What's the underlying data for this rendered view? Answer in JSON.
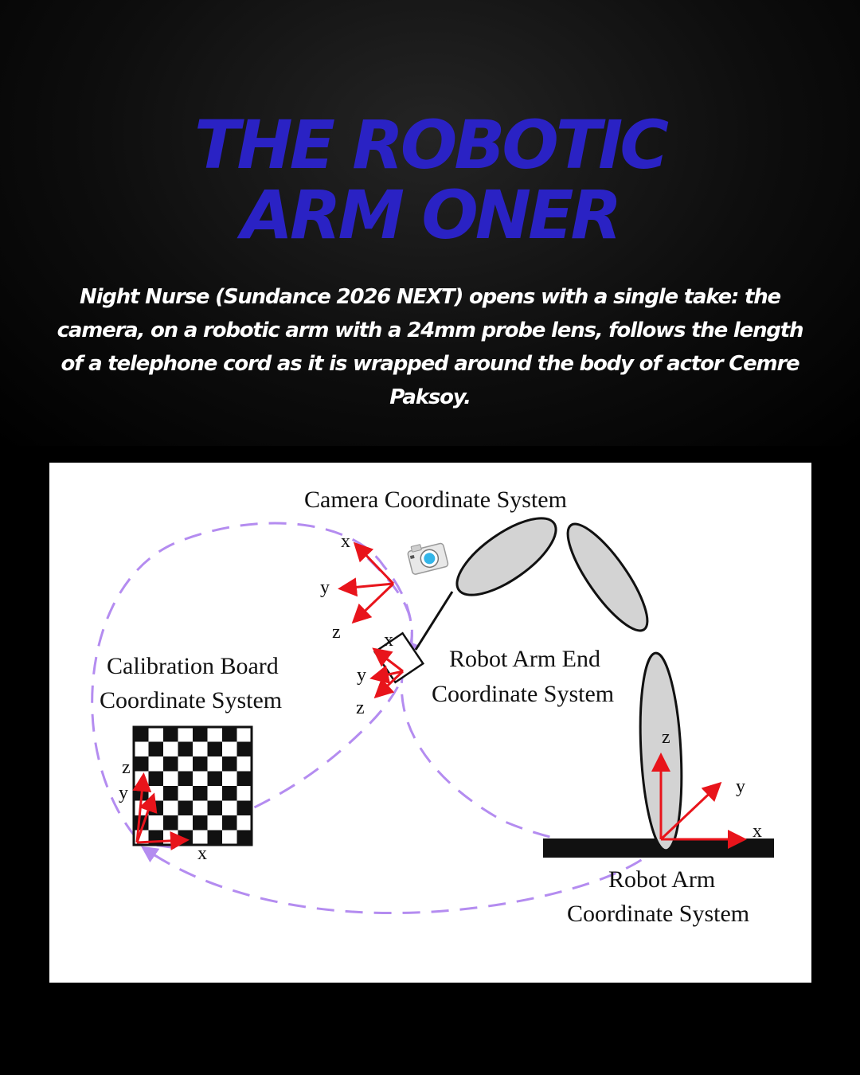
{
  "title": {
    "line1": "THE ROBOTIC",
    "line2": "ARM ONER"
  },
  "caption": "Night Nurse (Sundance 2026 NEXT) opens with a single take: the camera, on a robotic arm with a 24mm probe lens, follows the length of a telephone cord as it is wrapped around the body of actor Cemre Paksoy.",
  "diagram": {
    "labels": {
      "camera_cs": "Camera Coordinate System",
      "calib_line1": "Calibration Board",
      "calib_line2": "Coordinate System",
      "end_line1": "Robot Arm End",
      "end_line2": "Coordinate System",
      "base_line1": "Robot Arm",
      "base_line2": "Coordinate System"
    },
    "axes": {
      "camera": {
        "x": "x",
        "y": "y",
        "z": "z"
      },
      "end": {
        "x": "x",
        "y": "y",
        "z": "z"
      },
      "board": {
        "x": "x",
        "y": "y",
        "z": "z"
      },
      "base": {
        "x": "x",
        "y": "y",
        "z": "z"
      }
    },
    "icons": [
      "camera-icon",
      "checkerboard"
    ],
    "colors": {
      "title": "#2a22c4",
      "axis_arrow": "#e8141b",
      "path_dash": "#b48cf0",
      "arm_fill": "#d3d3d3"
    }
  }
}
